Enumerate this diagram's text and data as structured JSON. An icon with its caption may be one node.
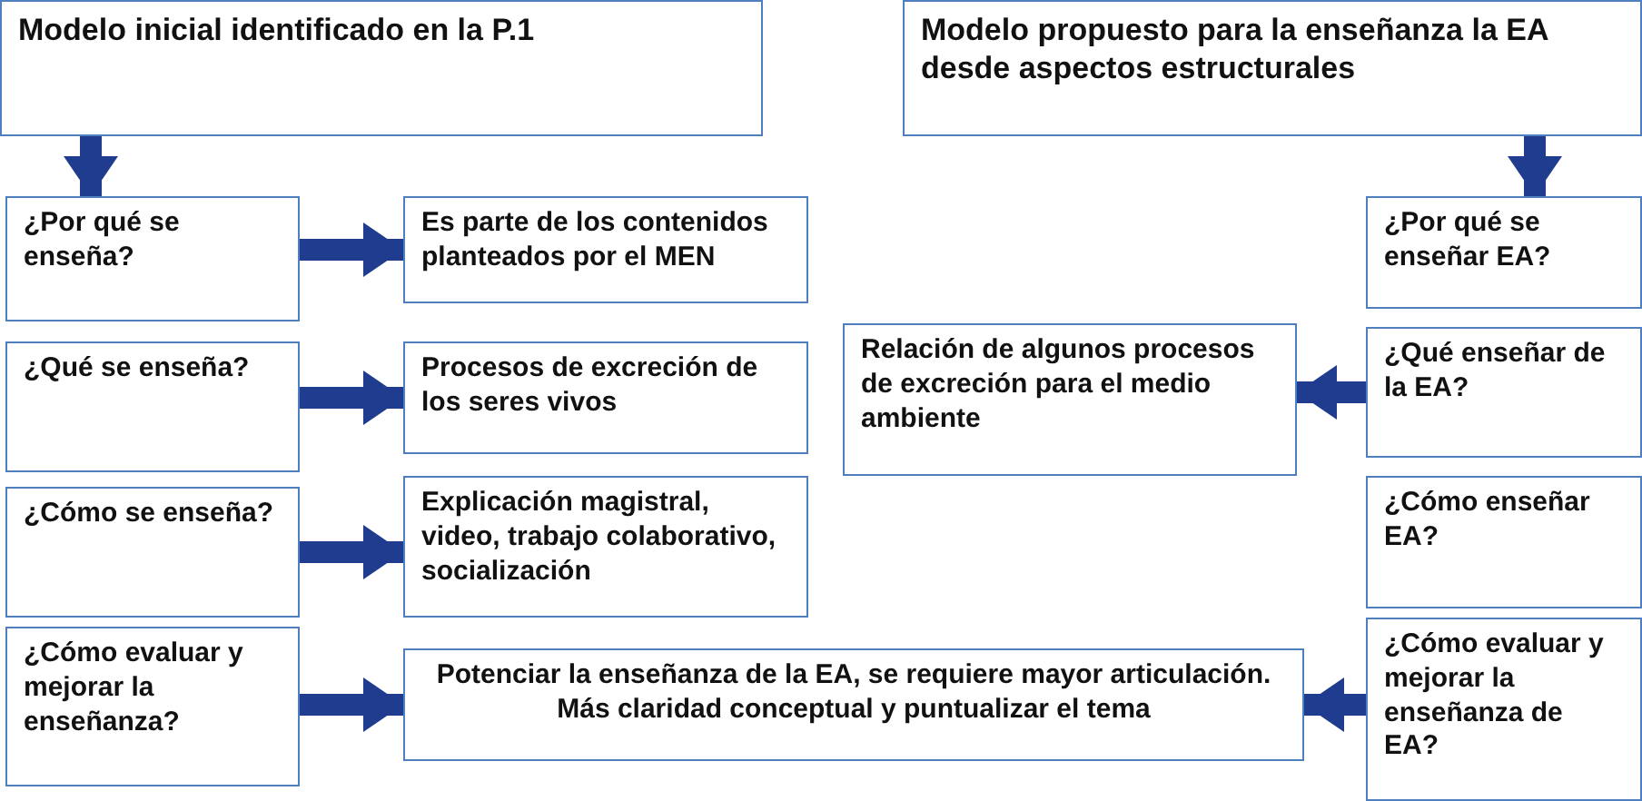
{
  "diagram": {
    "nodes": [
      {
        "text": [
          "Modelo inicial identificado en la P.1"
        ]
      },
      {
        "text": [
          "Modelo propuesto para la enseñanza la EA desde aspectos estructurales"
        ]
      },
      {
        "text": [
          "¿Por qué se enseña?"
        ]
      },
      {
        "text": [
          "Es parte de los contenidos planteados por el MEN"
        ]
      },
      {
        "text": [
          "¿Qué se enseña?"
        ]
      },
      {
        "text": [
          "Procesos de excreción de los seres vivos"
        ]
      },
      {
        "text": [
          "¿Cómo se enseña?"
        ]
      },
      {
        "text": [
          "Explicación magistral, video, trabajo colaborativo, socialización"
        ]
      },
      {
        "text": [
          "¿Cómo evaluar y mejorar la enseñanza?"
        ]
      },
      {
        "text": [
          "Potenciar la enseñanza de la EA, se requiere mayor articulación. Más claridad conceptual y puntualizar el tema"
        ]
      },
      {
        "text": [
          "Relación de algunos procesos de excreción para el medio ambiente"
        ]
      },
      {
        "text": [
          "¿Por qué se enseñar EA?"
        ]
      },
      {
        "text": [
          "¿Qué enseñar de la EA?"
        ]
      },
      {
        "text": [
          "¿Cómo  enseñar EA?"
        ]
      },
      {
        "text": [
          "¿Cómo evaluar y mejorar la enseñanza de EA?"
        ]
      }
    ],
    "edges": [
      {
        "from": 0,
        "to": 2,
        "arrow": "to"
      },
      {
        "from": 1,
        "to": 11,
        "arrow": "to"
      },
      {
        "from": 2,
        "to": 3,
        "arrow": "to"
      },
      {
        "from": 4,
        "to": 5,
        "arrow": "to"
      },
      {
        "from": 6,
        "to": 7,
        "arrow": "to"
      },
      {
        "from": 8,
        "to": 9,
        "arrow": "to"
      },
      {
        "from": 12,
        "to": 10,
        "arrow": "to"
      },
      {
        "from": 14,
        "to": 9,
        "arrow": "to"
      }
    ]
  }
}
